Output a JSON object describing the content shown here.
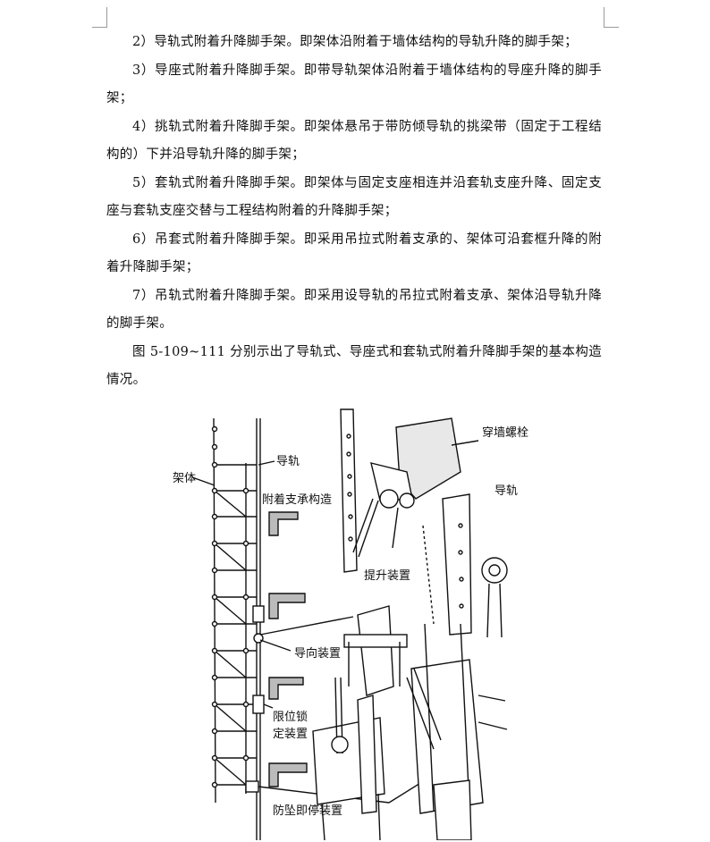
{
  "paragraphs": [
    "2）导轨式附着升降脚手架。即架体沿附着于墙体结构的导轨升降的脚手架；",
    "3）导座式附着升降脚手架。即带导轨架体沿附着于墙体结构的导座升降的脚手架；",
    "4）挑轨式附着升降脚手架。即架体悬吊于带防倾导轨的挑梁带（固定于工程结构的）下并沿导轨升降的脚手架；",
    "5）套轨式附着升降脚手架。即架体与固定支座相连并沿套轨支座升降、固定支座与套轨支座交替与工程结构附着的升降脚手架；",
    "6）吊套式附着升降脚手架。即采用吊拉式附着支承的、架体可沿套框升降的附着升降脚手架；",
    "7）吊轨式附着升降脚手架。即采用设导轨的吊拉式附着支承、架体沿导轨升降的脚手架。",
    "图 5-109~111 分别示出了导轨式、导座式和套轨式附着升降脚手架的基本构造情况。"
  ],
  "figure": {
    "labels": {
      "frame": "架体",
      "guide_rail": "导轨",
      "support": "附着支承构造",
      "wall_bolt": "穿墙螺栓",
      "guide_rail_2": "导轨",
      "lifting": "提升装置",
      "guiding": "导向装置",
      "limit_1": "限位锁",
      "limit_2": "定装置",
      "anti_fall": "防坠即停装置"
    }
  }
}
